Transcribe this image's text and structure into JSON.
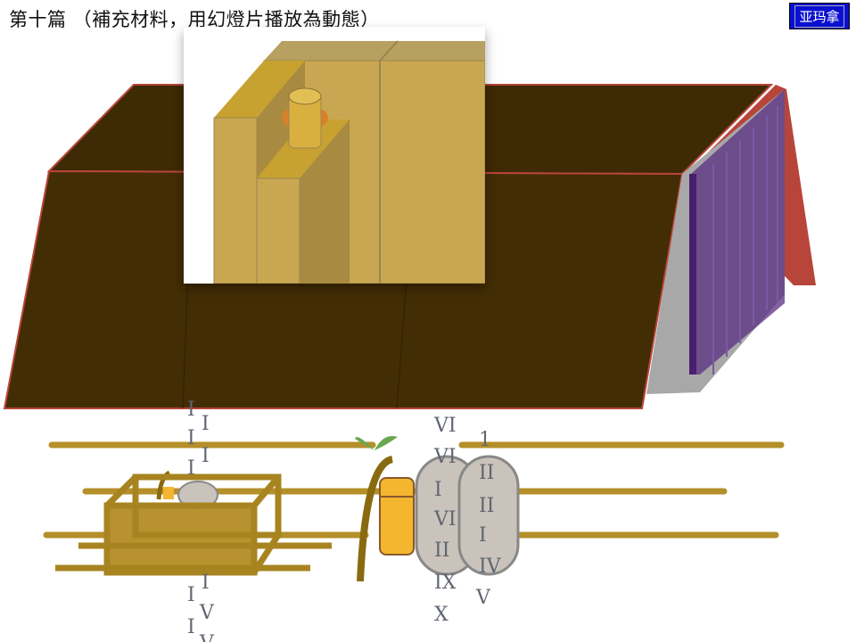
{
  "header": {
    "title": "第十篇 （補充材料，用幻燈片播放為動態）",
    "badge": "亚玛拿"
  },
  "colors": {
    "roof": "#3e2a04",
    "rim": "#b8453a",
    "gold": "#b48f2a",
    "curtain": "#5a2d82",
    "lamp": "#f3b62e",
    "tablet": "#c9c3bb"
  },
  "numerals": {
    "col1": [
      "I",
      "I",
      "I",
      "I",
      "I",
      "I",
      "I",
      "V",
      "I",
      "V"
    ],
    "col2": [
      "VI",
      "VI",
      "I",
      "VI",
      "II",
      "IX",
      "X"
    ],
    "col3": [
      "1",
      "II",
      "II",
      "I",
      "IV",
      "V"
    ]
  }
}
